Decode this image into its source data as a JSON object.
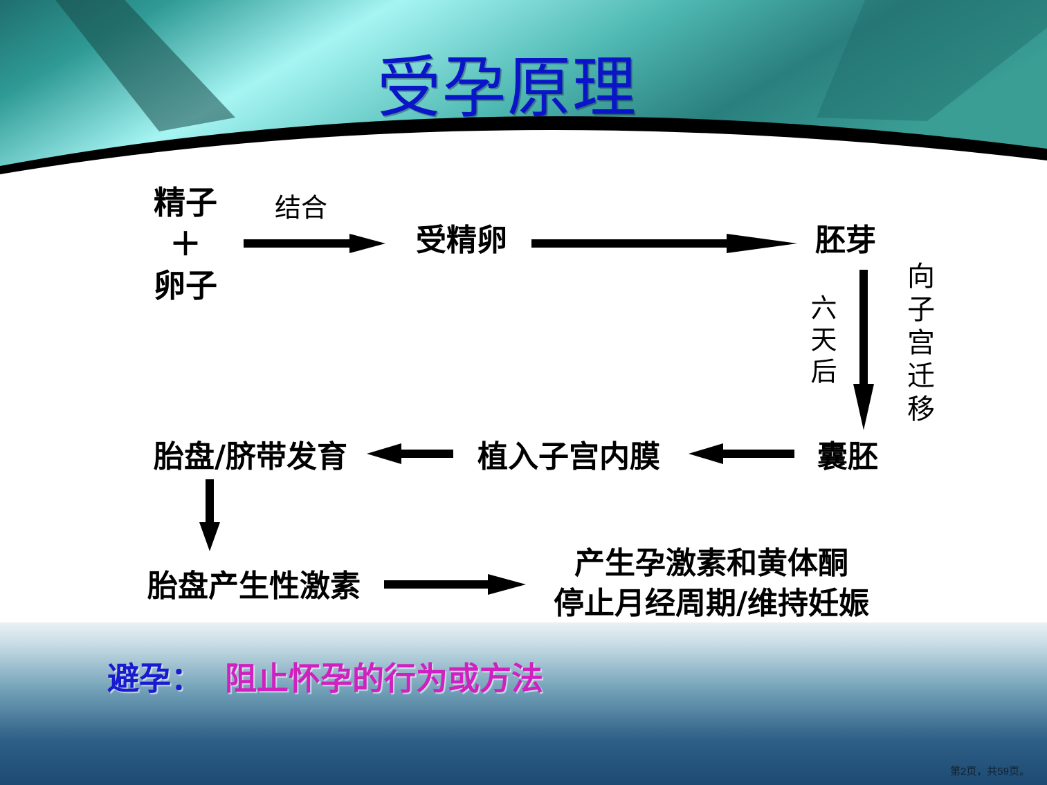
{
  "title": "受孕原理",
  "diagram": {
    "sperm": "精子",
    "plus": "＋",
    "egg": "卵子",
    "combine_label": "结合",
    "fertilized_egg": "受精卵",
    "embryo_bud": "胚芽",
    "six_days_later": "六天后",
    "migrate_to_uterus": "向子宫迁移",
    "blastocyst": "囊胚",
    "implant": "植入子宫内膜",
    "placenta_development": "胎盘/脐带发育",
    "placenta_hormones": "胎盘产生性激素",
    "result_line1": "产生孕激素和黄体酮",
    "result_line2": "停止月经周期/维持妊娠"
  },
  "definition": {
    "term": "避孕：",
    "text": "阻止怀孕的行为或方法"
  },
  "page_number": "第2页，共59页。",
  "colors": {
    "title": "#0a14c8",
    "term": "#1a1ad0",
    "definition": "#d020c0"
  }
}
